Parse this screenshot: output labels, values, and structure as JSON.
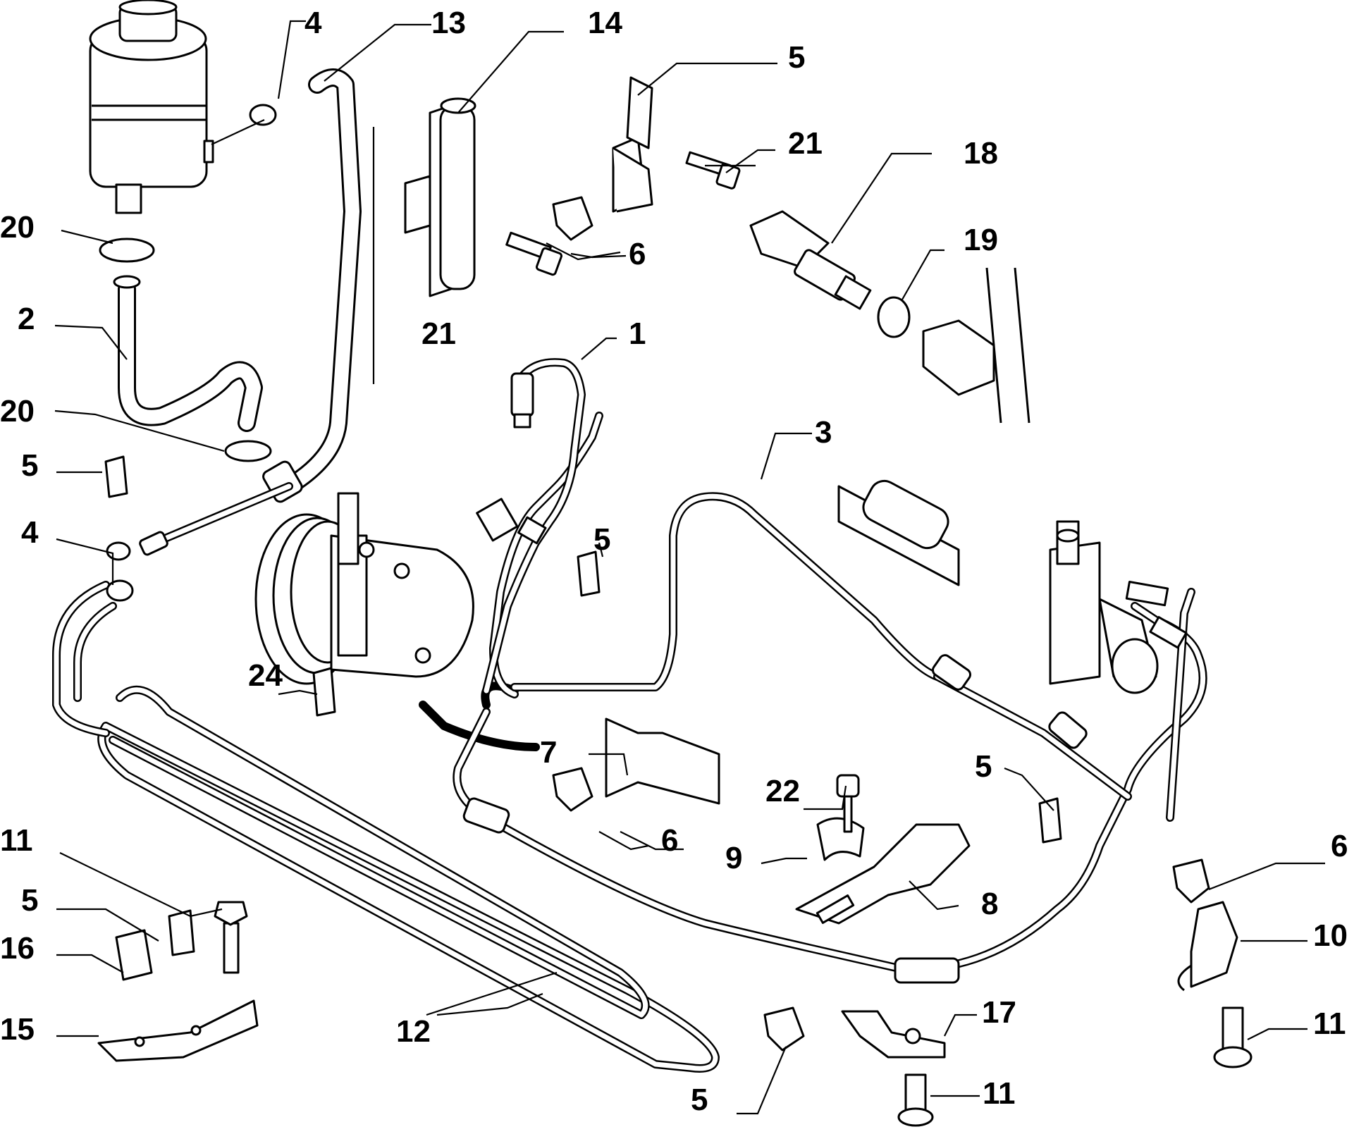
{
  "callouts": {
    "c1": "1",
    "c2": "2",
    "c3": "3",
    "c4a": "4",
    "c4b": "4",
    "c5a": "5",
    "c5b": "5",
    "c5c": "5",
    "c5d": "5",
    "c5e": "5",
    "c5f": "5",
    "c6a": "6",
    "c6b": "6",
    "c6c": "6",
    "c7": "7",
    "c8": "8",
    "c9": "9",
    "c10": "10",
    "c11a": "11",
    "c11b": "11",
    "c11c": "11",
    "c12": "12",
    "c13": "13",
    "c14": "14",
    "c15": "15",
    "c16": "16",
    "c17": "17",
    "c18": "18",
    "c19": "19",
    "c20a": "20",
    "c20b": "20",
    "c21a": "21",
    "c21b": "21",
    "c22": "22",
    "c24": "24"
  }
}
